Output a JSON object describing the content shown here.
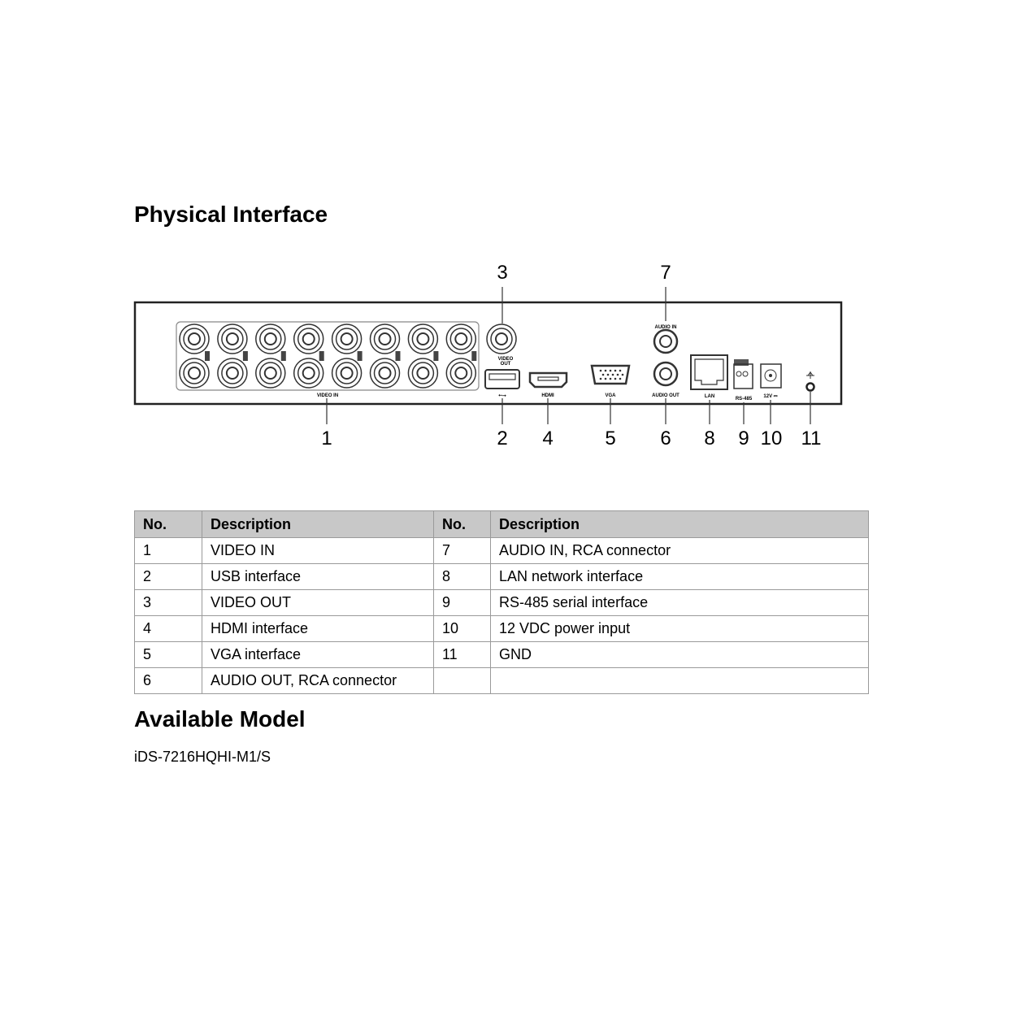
{
  "sections": {
    "physical_interface": "Physical Interface",
    "available_model": "Available Model"
  },
  "diagram": {
    "labels": {
      "video_in": "VIDEO IN",
      "video_out_1": "VIDEO",
      "video_out_2": "OUT",
      "usb": "⭠⭢",
      "hdmi": "HDMI",
      "vga": "VGA",
      "audio_in": "AUDIO IN",
      "audio_out": "AUDIO OUT",
      "lan": "LAN",
      "rs485": "RS-485",
      "power": "12V ⎓"
    },
    "callouts": [
      "1",
      "2",
      "3",
      "4",
      "5",
      "6",
      "7",
      "8",
      "9",
      "10",
      "11"
    ]
  },
  "table": {
    "headers": [
      "No.",
      "Description",
      "No.",
      "Description"
    ],
    "rows": [
      [
        "1",
        "VIDEO IN",
        "7",
        "AUDIO IN, RCA connector"
      ],
      [
        "2",
        "USB interface",
        "8",
        "LAN network interface"
      ],
      [
        "3",
        "VIDEO OUT",
        "9",
        "RS-485 serial interface"
      ],
      [
        "4",
        "HDMI interface",
        "10",
        "12 VDC power input"
      ],
      [
        "5",
        "VGA interface",
        "11",
        "GND"
      ],
      [
        "6",
        "AUDIO OUT, RCA connector",
        "",
        ""
      ]
    ]
  },
  "model": "iDS-7216HQHI-M1/S"
}
